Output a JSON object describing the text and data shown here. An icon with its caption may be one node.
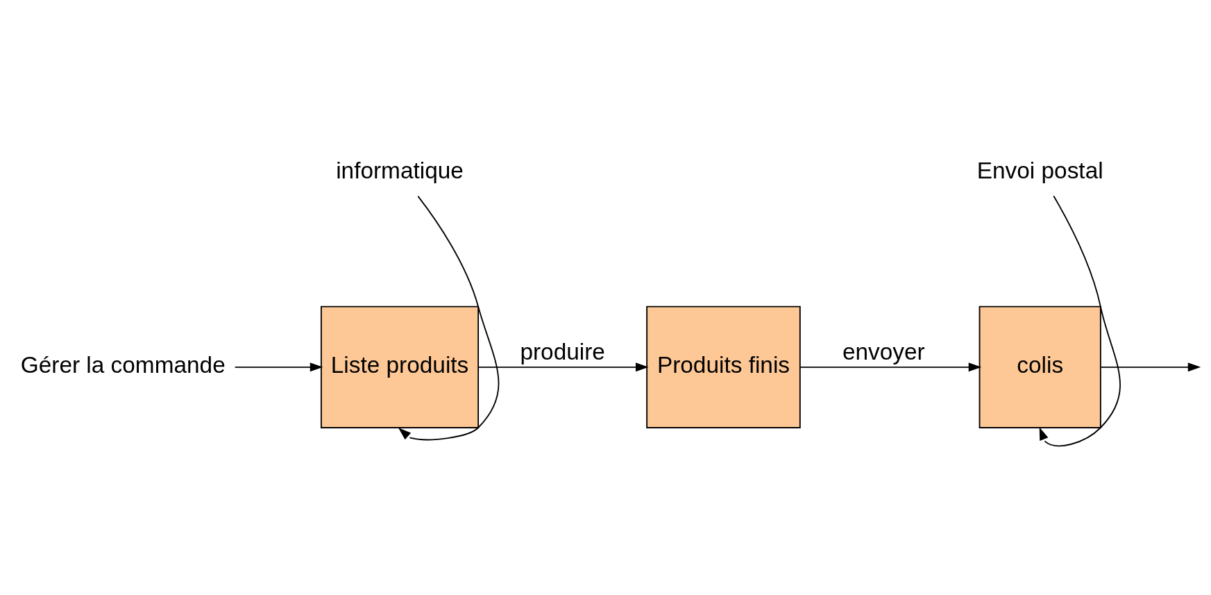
{
  "diagram": {
    "nodes": [
      {
        "text": [
          "Gérer la commande"
        ]
      },
      {
        "text": [
          "Liste produits"
        ]
      },
      {
        "text": [
          "informatique"
        ]
      },
      {
        "text": [
          "Produits finis"
        ]
      },
      {
        "text": [
          "colis"
        ]
      },
      {
        "text": [
          "Envoi postal"
        ]
      }
    ],
    "edges": [
      {
        "from": 0,
        "to": 1,
        "arrow": "to"
      },
      {
        "from": 2,
        "to": 1,
        "arrow": "to"
      },
      {
        "from": 1,
        "to": 3,
        "arrow": "to",
        "label": "produire"
      },
      {
        "from": 3,
        "to": 4,
        "arrow": "to",
        "label": "envoyer"
      },
      {
        "from": 5,
        "to": 4,
        "arrow": "to"
      },
      {
        "from": 4,
        "to": null,
        "arrow": "to"
      }
    ]
  }
}
